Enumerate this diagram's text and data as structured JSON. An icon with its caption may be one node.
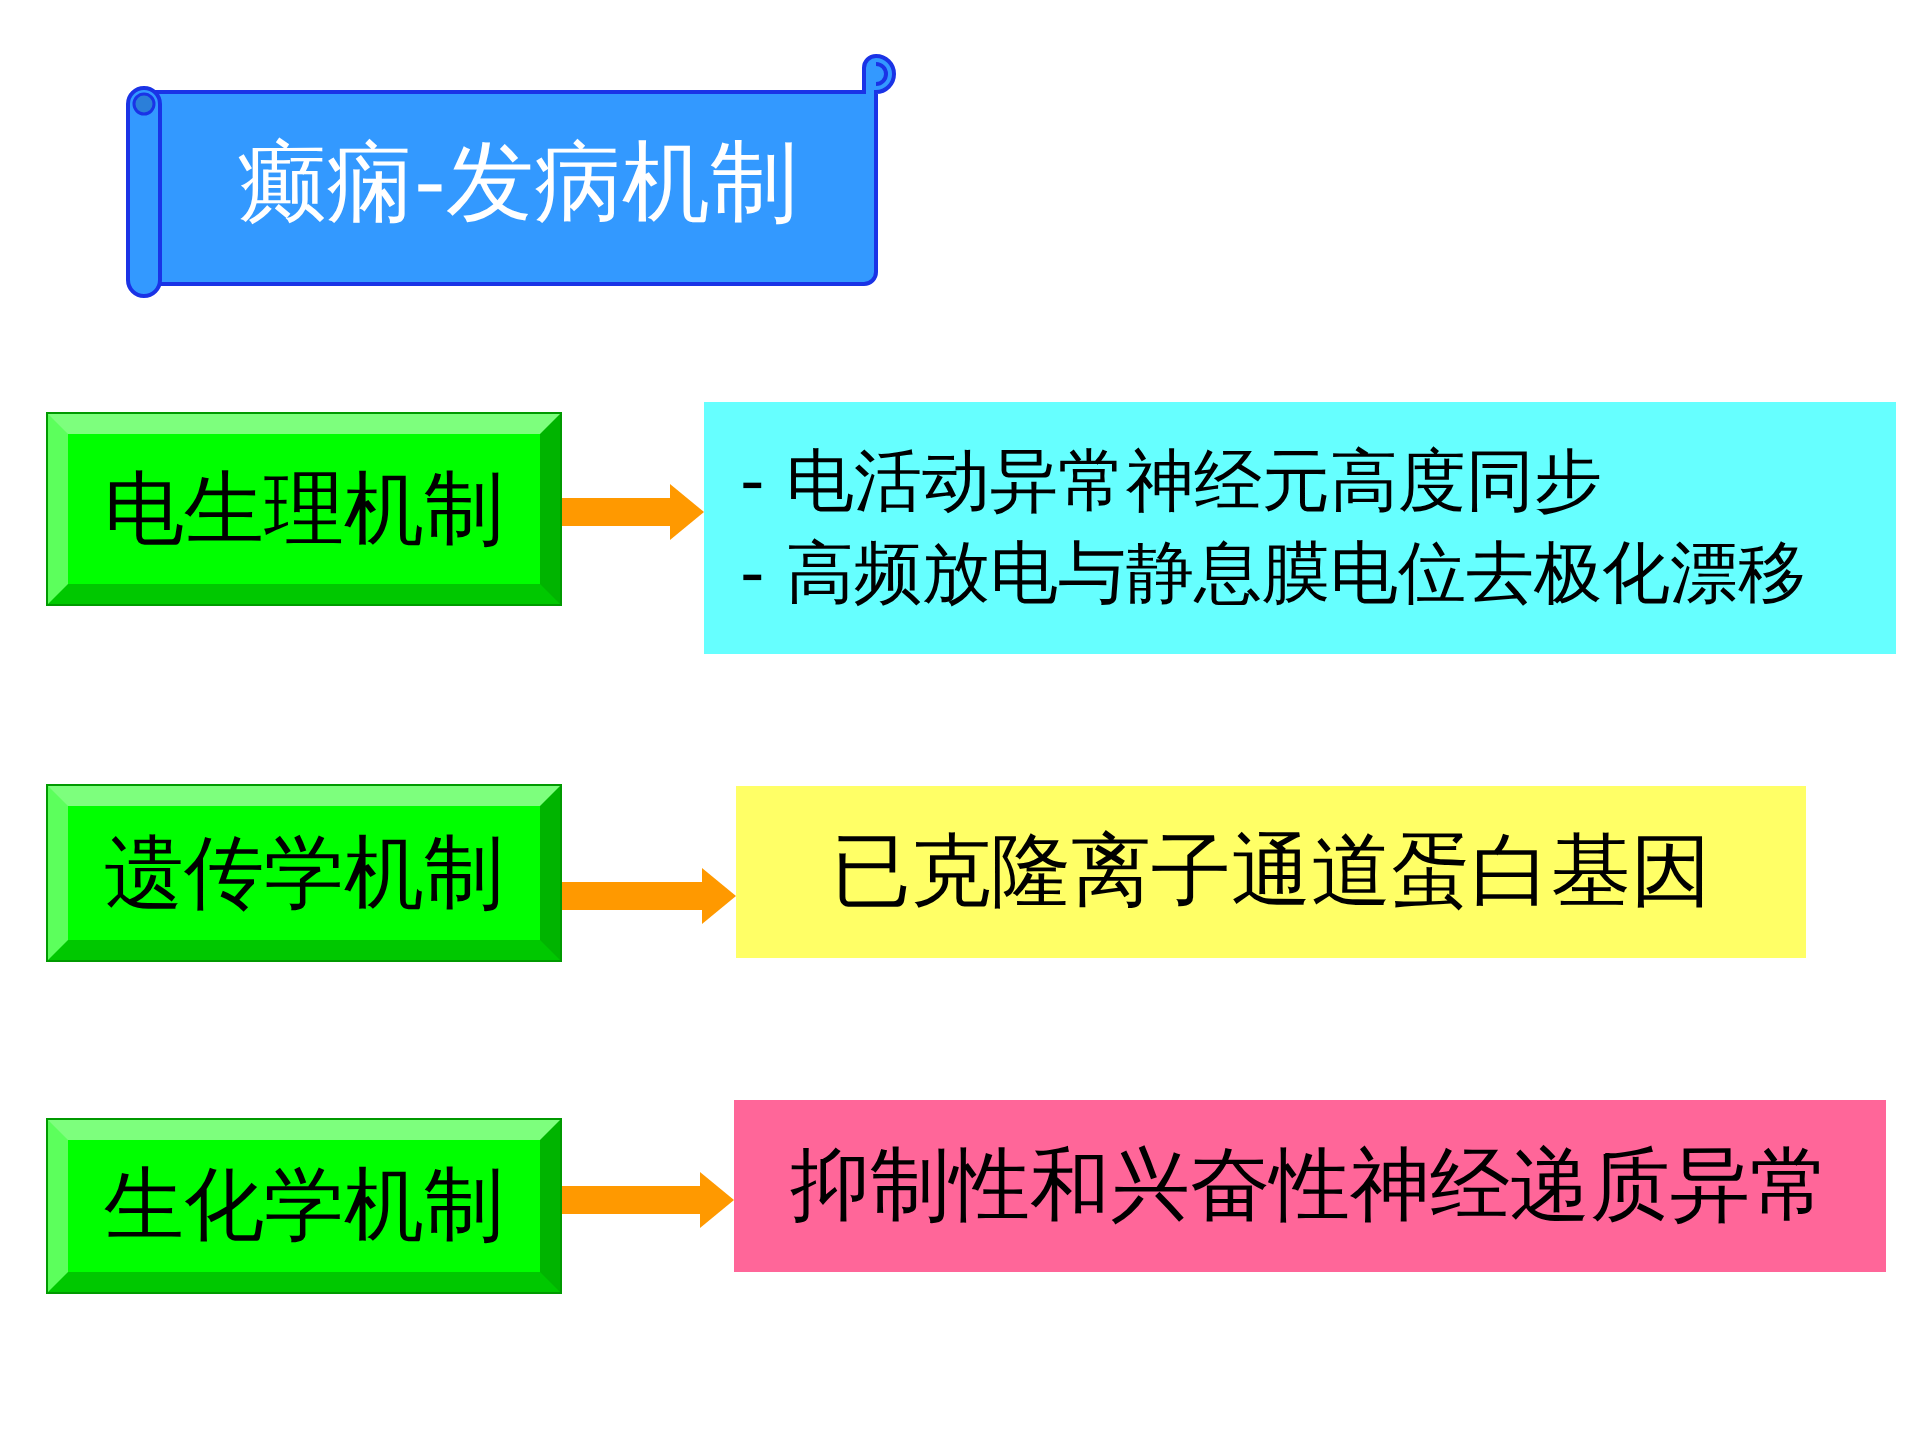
{
  "diagram": {
    "title": "癫痫-发病机制",
    "nodes": [
      {
        "text": [
          "电生理机制"
        ]
      },
      {
        "text": [
          "- 电活动异常神经元高度同步",
          "- 高频放电与静息膜电位去极化漂移"
        ]
      },
      {
        "text": [
          "遗传学机制"
        ]
      },
      {
        "text": [
          "已克隆离子通道蛋白基因"
        ]
      },
      {
        "text": [
          "生化学机制"
        ]
      },
      {
        "text": [
          "抑制性和兴奋性神经递质异常"
        ]
      }
    ],
    "edges": [
      {
        "from": 0,
        "to": 1,
        "arrow": "to"
      },
      {
        "from": 2,
        "to": 3,
        "arrow": "to"
      },
      {
        "from": 4,
        "to": 5,
        "arrow": "to"
      }
    ]
  }
}
